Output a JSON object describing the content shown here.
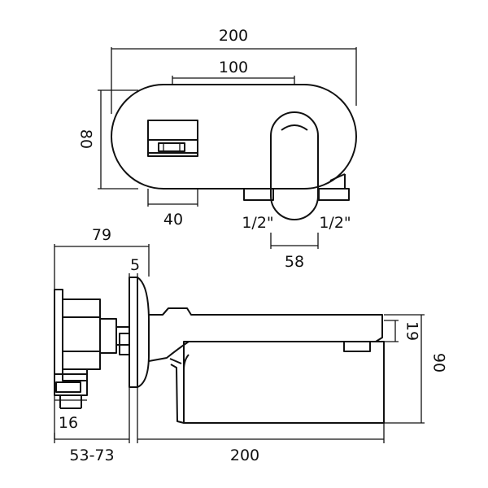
{
  "top_view": {
    "overall_width": "200",
    "escutcheon_width": "100",
    "height": "80",
    "lever_box_width": "40",
    "inlet_left": "1/2\"",
    "inlet_right": "1/2\"",
    "inlet_spacing": "58"
  },
  "side_view": {
    "depth": "79",
    "plate_thickness": "5",
    "spout_height": "19",
    "overall_height": "90",
    "inlet_size": "16",
    "wall_range": "53-73",
    "spout_length": "200"
  }
}
